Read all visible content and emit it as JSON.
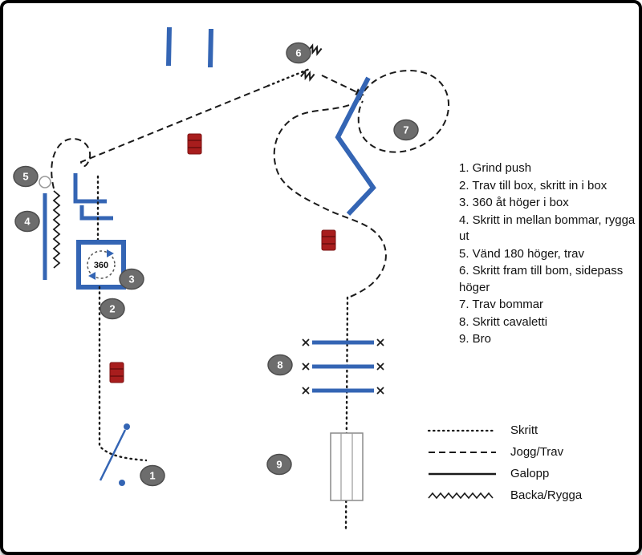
{
  "instructions": {
    "items": [
      "1. Grind push",
      "2. Trav till box, skritt in i box",
      "3. 360 åt höger i box",
      "4. Skritt in mellan bommar, rygga ut",
      "5. Vänd 180 höger, trav",
      "6. Skritt fram till bom, sidepass höger",
      "7. Trav bommar",
      "8. Skritt cavaletti",
      "9. Bro"
    ]
  },
  "legend": {
    "items": [
      {
        "style": "dotted",
        "label": "Skritt"
      },
      {
        "style": "dashed",
        "label": "Jogg/Trav"
      },
      {
        "style": "solid",
        "label": "Galopp"
      },
      {
        "style": "zigzag",
        "label": "Backa/Rygga"
      }
    ]
  },
  "markers": {
    "m1": "1",
    "m2": "2",
    "m3": "3",
    "m4": "4",
    "m5": "5",
    "m6": "6",
    "m7": "7",
    "m8": "8",
    "m9": "9"
  },
  "obstacles": {
    "box_rotation_label": "360"
  },
  "colors": {
    "pole_blue": "#3465b4",
    "barrel_red": "#a81d1d",
    "marker_gray": "#6d6d6d"
  }
}
